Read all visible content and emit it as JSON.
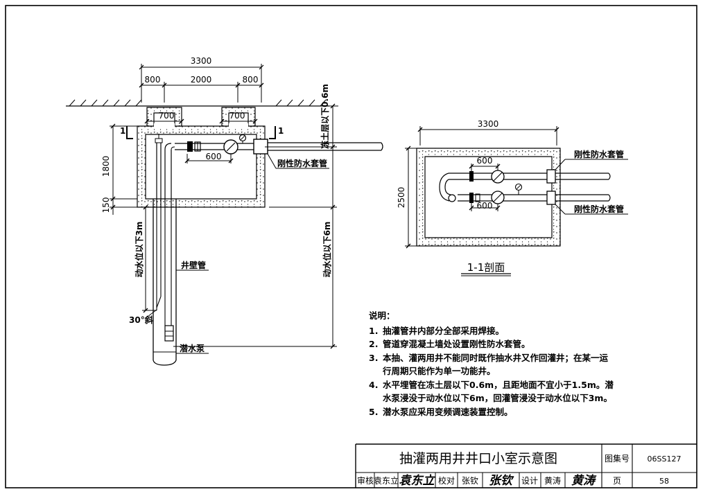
{
  "plan": {
    "dims": {
      "total": "3300",
      "left": "800",
      "middle": "2000",
      "right": "800",
      "opening_left": "700",
      "opening_right": "700",
      "pipe_spacing": "600",
      "height": "1800",
      "floor": "150"
    },
    "labels": {
      "frost": "冻土层以下0.6m",
      "casing": "刚性防水套管",
      "dynamic_3m": "动水位以下3m",
      "dynamic_6m": "动水位以下6m",
      "well_pipe": "井壁管",
      "angle": "30°斜",
      "pump": "潜水泵",
      "section_mark_left": "1",
      "section_mark_right": "1"
    }
  },
  "section": {
    "title": "1-1剖面",
    "dims": {
      "width": "3300",
      "height": "2500",
      "top_spacing": "600",
      "bottom_spacing": "600"
    },
    "labels": {
      "casing_top": "刚性防水套管",
      "casing_bottom": "刚性防水套管"
    }
  },
  "notes": {
    "title": "说明：",
    "items": [
      {
        "num": "1.",
        "text": "抽灌管井内部分全部采用焊接。"
      },
      {
        "num": "2.",
        "text": "管道穿混凝土墙处设置刚性防水套管。"
      },
      {
        "num": "3.",
        "text": "本抽、灌两用井不能同时既作抽水井又作回灌井；在某一运",
        "cont": "行周期只能作为单一功能井。"
      },
      {
        "num": "4.",
        "text": "水平埋管在冻土层以下0.6m，且距地面不宜小于1.5m。潜",
        "cont": "水泵浸没于动水位以下6m，回灌管浸没于动水位以下3m。"
      },
      {
        "num": "5.",
        "text": "潜水泵应采用变频调速装置控制。"
      }
    ]
  },
  "title_block": {
    "title": "抽灌两用井井口小室示意图",
    "atlas_label": "图集号",
    "atlas_no": "06SS127",
    "page_label": "页",
    "page_no": "58",
    "review_label": "审核",
    "reviewer": "袁东立",
    "reviewer_sig": "袁东立",
    "check_label": "校对",
    "checker": "张钦",
    "checker_sig": "张钦",
    "design_label": "设计",
    "designer": "黄涛",
    "designer_sig": "黄涛"
  }
}
